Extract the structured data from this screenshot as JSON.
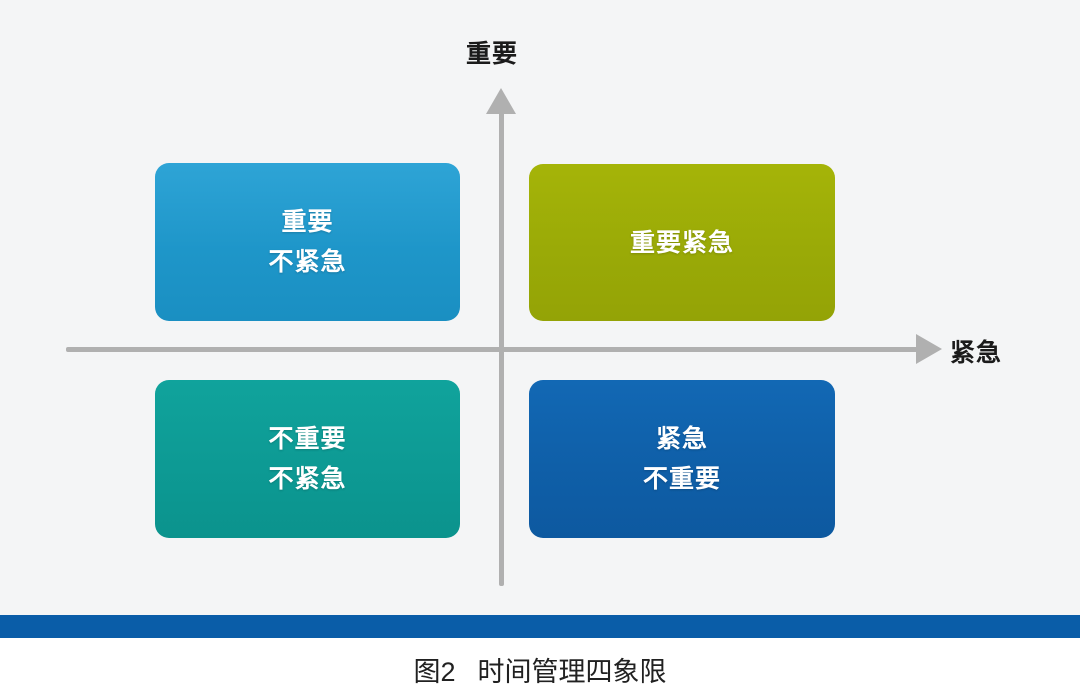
{
  "figure": {
    "caption_number": "图2",
    "caption_title": "时间管理四象限",
    "accent_color": "#0a5da8",
    "canvas_background": "#f4f5f6"
  },
  "axes": {
    "y_label": "重要",
    "x_label": "紧急",
    "axis_color": "#b0b0b0"
  },
  "quadrants": [
    {
      "id": "important-not-urgent",
      "position": "top-left",
      "line1": "重要",
      "line2": "不紧急",
      "color": "#1e96c9"
    },
    {
      "id": "important-urgent",
      "position": "top-right",
      "line1": "重要紧急",
      "line2": "",
      "color": "#9aaa07"
    },
    {
      "id": "not-important-not-urgent",
      "position": "bottom-left",
      "line1": "不重要",
      "line2": "不紧急",
      "color": "#0d9a94"
    },
    {
      "id": "urgent-not-important",
      "position": "bottom-right",
      "line1": "紧急",
      "line2": "不重要",
      "color": "#0f5fa8"
    }
  ]
}
